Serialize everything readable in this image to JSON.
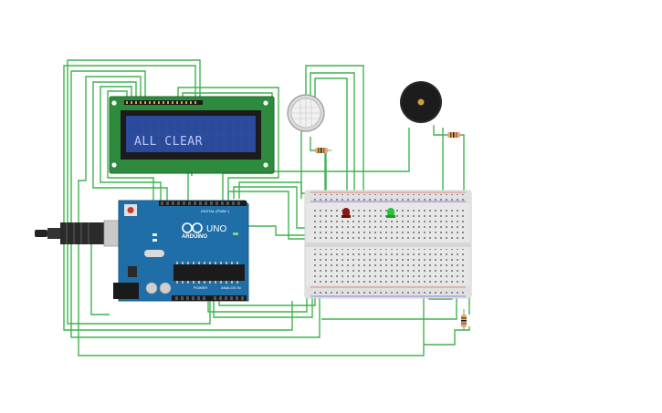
{
  "lcd": {
    "text": "ALL CLEAR"
  },
  "arduino": {
    "brand": "ARDUINO",
    "model": "UNO",
    "digital_label": "DIGITAL (PWM~)",
    "power_label": "POWER",
    "analog_label": "ANALOG IN"
  },
  "colors": {
    "wire": "#3fb34f",
    "board": "#1f6ea8",
    "lcd_frame": "#2e8a3c",
    "lcd_screen": "#2b4a9a",
    "breadboard": "#e7e7e7",
    "led_red": "#8b1414",
    "led_green": "#2bc23a",
    "buzzer": "#2a2a2a"
  }
}
